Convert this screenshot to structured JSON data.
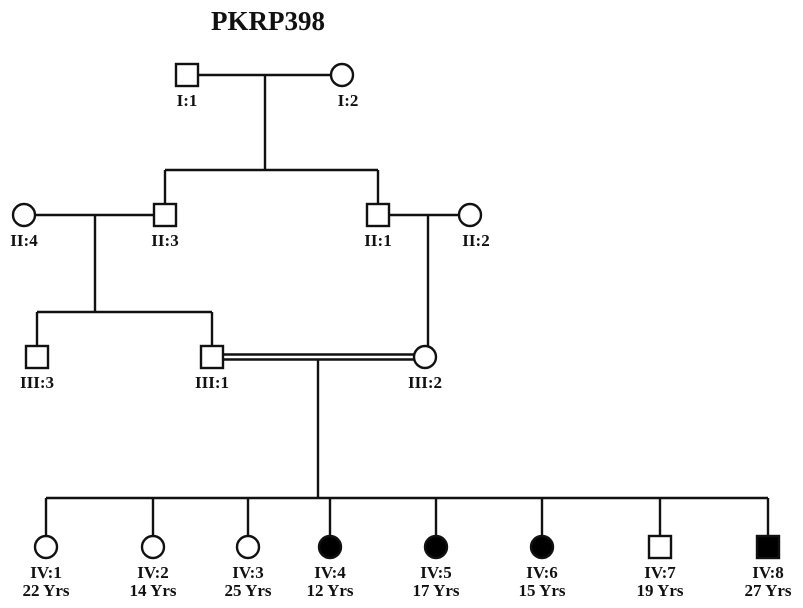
{
  "title": "PKRP398",
  "individuals": [
    {
      "id": "I:1",
      "sex": "male",
      "affected": false,
      "age": ""
    },
    {
      "id": "I:2",
      "sex": "female",
      "affected": false,
      "age": ""
    },
    {
      "id": "II:1",
      "sex": "male",
      "affected": false,
      "age": ""
    },
    {
      "id": "II:2",
      "sex": "female",
      "affected": false,
      "age": ""
    },
    {
      "id": "II:3",
      "sex": "male",
      "affected": false,
      "age": ""
    },
    {
      "id": "II:4",
      "sex": "female",
      "affected": false,
      "age": ""
    },
    {
      "id": "III:1",
      "sex": "male",
      "affected": false,
      "age": ""
    },
    {
      "id": "III:2",
      "sex": "female",
      "affected": false,
      "age": ""
    },
    {
      "id": "III:3",
      "sex": "male",
      "affected": false,
      "age": ""
    },
    {
      "id": "IV:1",
      "sex": "female",
      "affected": false,
      "age": "22 Yrs"
    },
    {
      "id": "IV:2",
      "sex": "female",
      "affected": false,
      "age": "14 Yrs"
    },
    {
      "id": "IV:3",
      "sex": "female",
      "affected": false,
      "age": "25 Yrs"
    },
    {
      "id": "IV:4",
      "sex": "female",
      "affected": true,
      "age": "12 Yrs"
    },
    {
      "id": "IV:5",
      "sex": "female",
      "affected": true,
      "age": "17 Yrs"
    },
    {
      "id": "IV:6",
      "sex": "female",
      "affected": true,
      "age": "15 Yrs"
    },
    {
      "id": "IV:7",
      "sex": "male",
      "affected": false,
      "age": "19 Yrs"
    },
    {
      "id": "IV:8",
      "sex": "male",
      "affected": true,
      "age": "27 Yrs"
    }
  ],
  "unions": [
    {
      "partners": [
        "I:1",
        "I:2"
      ],
      "consanguineous": false,
      "children": [
        "II:3",
        "II:1"
      ]
    },
    {
      "partners": [
        "II:4",
        "II:3"
      ],
      "consanguineous": false,
      "children": [
        "III:3",
        "III:1"
      ]
    },
    {
      "partners": [
        "II:1",
        "II:2"
      ],
      "consanguineous": false,
      "children": [
        "III:2"
      ]
    },
    {
      "partners": [
        "III:1",
        "III:2"
      ],
      "consanguineous": true,
      "children": [
        "IV:1",
        "IV:2",
        "IV:3",
        "IV:4",
        "IV:5",
        "IV:6",
        "IV:7",
        "IV:8"
      ]
    }
  ]
}
